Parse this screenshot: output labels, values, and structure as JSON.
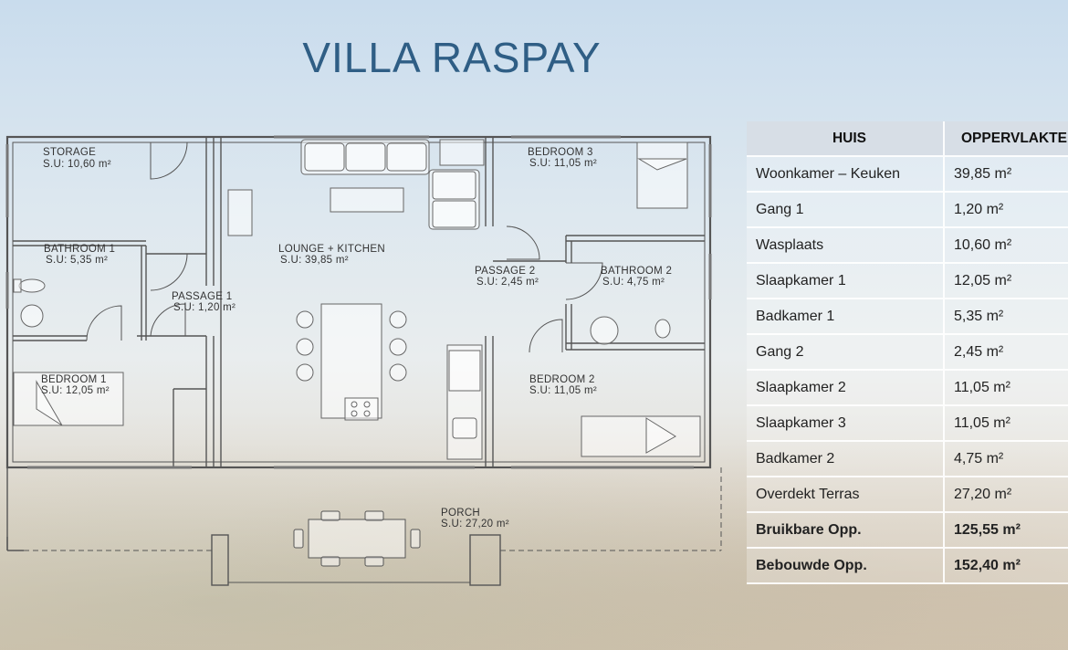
{
  "title": "VILLA RASPAY",
  "plan": {
    "rooms": [
      {
        "name": "STORAGE",
        "area": "S.U: 10,60 m²"
      },
      {
        "name": "BATHROOM 1",
        "area": "S.U: 5,35 m²"
      },
      {
        "name": "PASSAGE 1",
        "area": "S.U: 1,20 m²"
      },
      {
        "name": "BEDROOM 1",
        "area": "S.U: 12,05 m²"
      },
      {
        "name": "LOUNGE + KITCHEN",
        "area": "S.U: 39,85 m²"
      },
      {
        "name": "BEDROOM 3",
        "area": "S.U: 11,05 m²"
      },
      {
        "name": "PASSAGE 2",
        "area": "S.U: 2,45 m²"
      },
      {
        "name": "BATHROOM 2",
        "area": "S.U: 4,75 m²"
      },
      {
        "name": "BEDROOM 2",
        "area": "S.U: 11,05 m²"
      },
      {
        "name": "PORCH",
        "area": "S.U: 27,20 m²"
      }
    ]
  },
  "table": {
    "header": [
      "HUIS",
      "OPPERVLAKTE"
    ],
    "rows": [
      [
        "Woonkamer – Keuken",
        "39,85 m²"
      ],
      [
        "Gang 1",
        "1,20 m²"
      ],
      [
        "Wasplaats",
        "10,60 m²"
      ],
      [
        "Slaapkamer 1",
        "12,05 m²"
      ],
      [
        "Badkamer 1",
        "5,35 m²"
      ],
      [
        "Gang 2",
        "2,45 m²"
      ],
      [
        "Slaapkamer 2",
        "11,05 m²"
      ],
      [
        "Slaapkamer 3",
        "11,05 m²"
      ],
      [
        "Badkamer 2",
        "4,75 m²"
      ],
      [
        "Overdekt Terras",
        "27,20 m²"
      ]
    ],
    "totals": [
      [
        "Bruikbare Opp.",
        "125,55 m²"
      ],
      [
        "Bebouwde Opp.",
        "152,40 m²"
      ]
    ]
  }
}
